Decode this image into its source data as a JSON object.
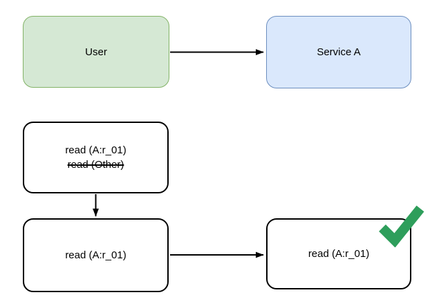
{
  "nodes": {
    "user": {
      "label": "User"
    },
    "service_a": {
      "label": "Service A"
    },
    "request_original": {
      "line1": "read (A:r_01)",
      "line2_struck": "read (Other)"
    },
    "request_filtered": {
      "label": "read (A:r_01)"
    },
    "request_granted": {
      "label": "read (A:r_01)"
    }
  },
  "icons": {
    "check": "green-checkmark"
  },
  "colors": {
    "user_fill": "#d5e8d4",
    "user_stroke": "#82b366",
    "service_fill": "#dae8fc",
    "service_stroke": "#6c8ebf",
    "plain_fill": "#ffffff",
    "plain_stroke": "#000000",
    "arrow": "#000000",
    "check_green": "#2E9E5B"
  }
}
